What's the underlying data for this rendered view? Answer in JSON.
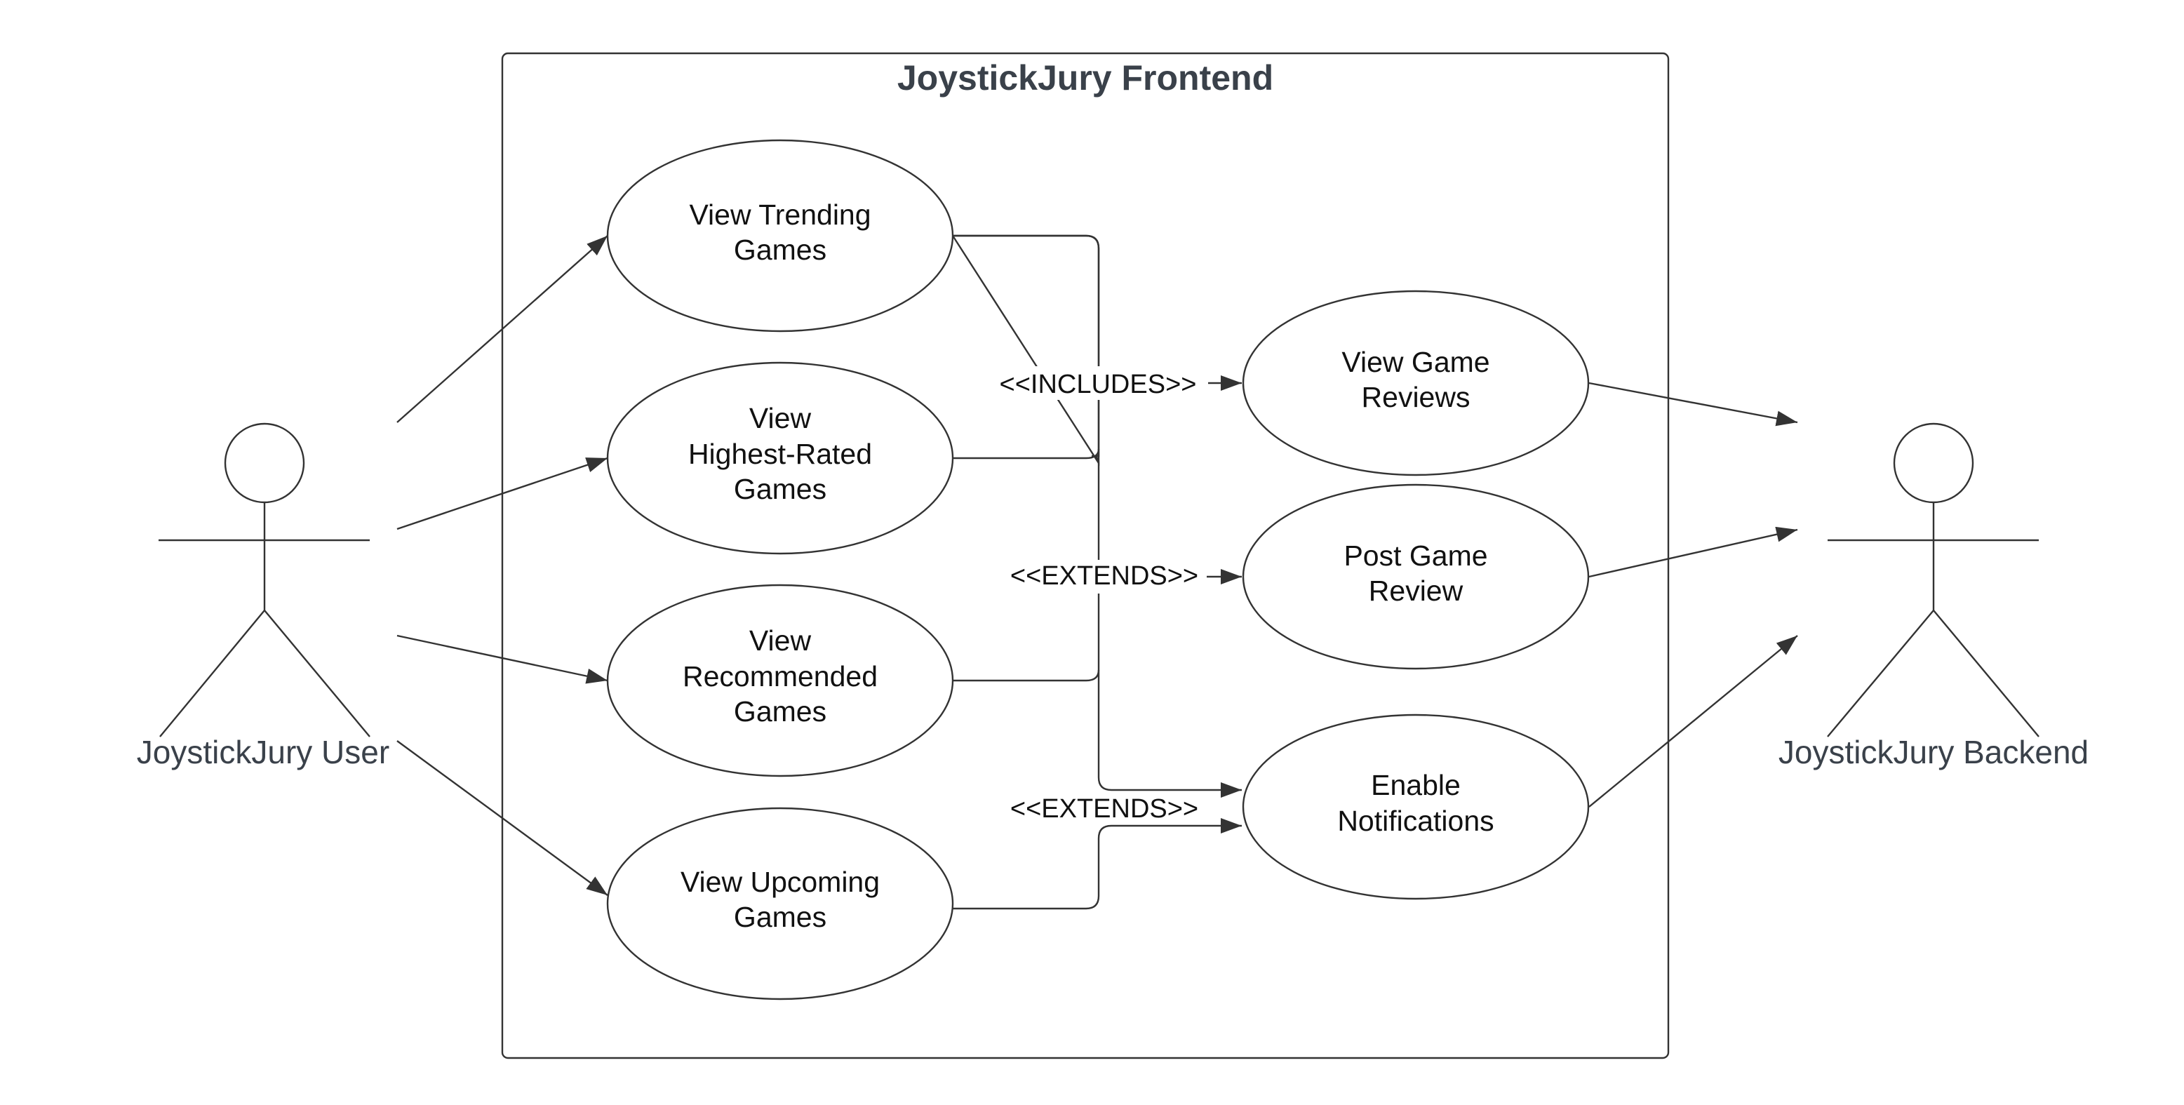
{
  "system": {
    "title": "JoystickJury Frontend"
  },
  "actors": {
    "user": "JoystickJury User",
    "backend": "JoystickJury Backend"
  },
  "use_cases": {
    "view_trending": [
      "View Trending",
      "Games"
    ],
    "view_highest_rated": [
      "View",
      "Highest-Rated",
      "Games"
    ],
    "view_recommended": [
      "View",
      "Recommended",
      "Games"
    ],
    "view_upcoming": [
      "View Upcoming",
      "Games"
    ],
    "view_game_reviews": [
      "View Game",
      "Reviews"
    ],
    "post_game_review": [
      "Post Game",
      "Review"
    ],
    "enable_notifications": [
      "Enable",
      "Notifications"
    ]
  },
  "relations": {
    "includes": "<<INCLUDES>>",
    "extends_review": "<<EXTENDS>>",
    "extends_notifications": "<<EXTENDS>>"
  },
  "colors": {
    "line": "#333333",
    "actor_text": "#3a414a",
    "background": "#ffffff"
  }
}
